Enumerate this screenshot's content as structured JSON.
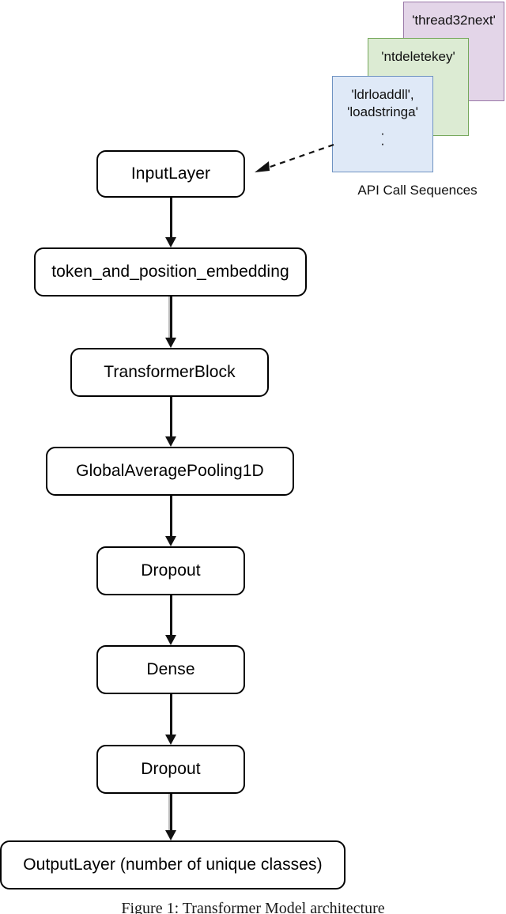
{
  "figure": {
    "caption": "Figure 1: Transformer Model architecture"
  },
  "data_source": {
    "caption": "API Call Sequences",
    "cards": [
      {
        "id": "card-purple",
        "color": "#e3d5e8",
        "border_color": "#9a78a8",
        "text": "'thread32next'",
        "dots": 5
      },
      {
        "id": "card-green",
        "color": "#dcebd3",
        "border_color": "#76a85c",
        "text": "'ntdeletekey'",
        "dots": 5
      },
      {
        "id": "card-blue",
        "color": "#dfe9f7",
        "border_color": "#6f93c2",
        "text": "'ldrloaddll',\n'loadstringa'",
        "dots": 2
      }
    ]
  },
  "flow": {
    "nodes": [
      {
        "id": "input-layer",
        "label": "InputLayer"
      },
      {
        "id": "embedding",
        "label": "token_and_position_embedding"
      },
      {
        "id": "transformer-block",
        "label": "TransformerBlock"
      },
      {
        "id": "global-avg-pool",
        "label": "GlobalAveragePooling1D"
      },
      {
        "id": "dropout-1",
        "label": "Dropout"
      },
      {
        "id": "dense",
        "label": "Dense"
      },
      {
        "id": "dropout-2",
        "label": "Dropout"
      },
      {
        "id": "output-layer",
        "label": "OutputLayer (number of unique classes)"
      }
    ]
  }
}
